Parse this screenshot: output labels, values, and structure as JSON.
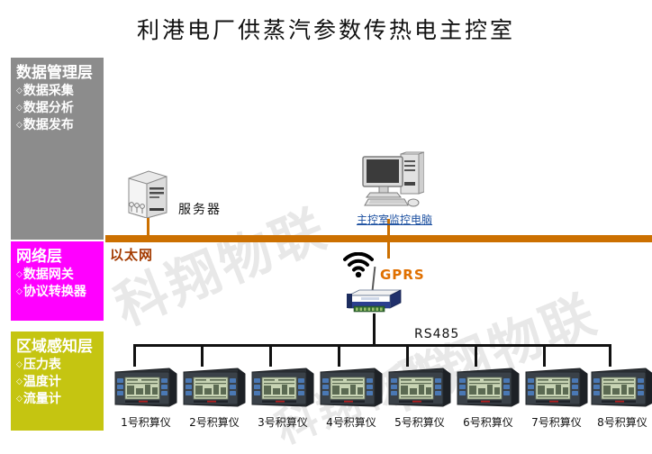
{
  "page": {
    "title": "利港电厂供蒸汽参数传热电主控室",
    "watermark": "科翔物联"
  },
  "layers": [
    {
      "id": "data-management",
      "title": "数据管理层",
      "color": "#8c8c8c",
      "items": [
        "数据采集",
        "数据分析",
        "数据发布"
      ]
    },
    {
      "id": "network",
      "title": "网络层",
      "color": "#ff00ff",
      "items": [
        "数据网关",
        "协议转换器"
      ]
    },
    {
      "id": "sensing",
      "title": "区域感知层",
      "color": "#c5c511",
      "items": [
        "压力表",
        "温度计",
        "流量计"
      ]
    }
  ],
  "bullet": "◇",
  "nodes": {
    "server_label": "服务器",
    "pc_label": "主控室监控电脑",
    "gprs_label": "GPRS",
    "ethernet_label": "以太网",
    "rs485_label": "RS485"
  },
  "colors": {
    "ethernet_bus": "#cc7000",
    "ethernet_text": "#a33a00",
    "gprs_text": "#e07000",
    "rs485_bus": "#111111",
    "pc_link_text": "#1b4fa0"
  },
  "meters": [
    {
      "label": "1号积算仪"
    },
    {
      "label": "2号积算仪"
    },
    {
      "label": "3号积算仪"
    },
    {
      "label": "4号积算仪"
    },
    {
      "label": "5号积算仪"
    },
    {
      "label": "6号积算仪"
    },
    {
      "label": "7号积算仪"
    },
    {
      "label": "8号积算仪"
    }
  ]
}
